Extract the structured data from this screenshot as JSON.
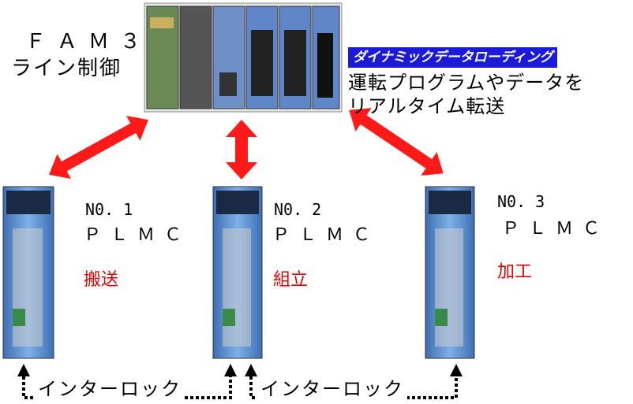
{
  "fam3": {
    "line1": "ＦＡＭ３",
    "line2": "ライン制御"
  },
  "banner": "ダイナミックデータローディング",
  "description": {
    "line1": "運転プログラムやデータを",
    "line2": "リアルタイム転送"
  },
  "nodes": [
    {
      "no": "N0. 1",
      "type": "ＰＬＭＣ",
      "role": "搬送"
    },
    {
      "no": "N0. 2",
      "type": "ＰＬＭＣ",
      "role": "組立"
    },
    {
      "no": "N0. 3",
      "type": "ＰＬＭＣ",
      "role": "加工"
    }
  ],
  "interlock_label": "インターロック",
  "colors": {
    "arrow": "#ff1a1a",
    "banner": "#1a1ad8",
    "role_text": "#e00000",
    "module_body": "#5a8fd0"
  }
}
